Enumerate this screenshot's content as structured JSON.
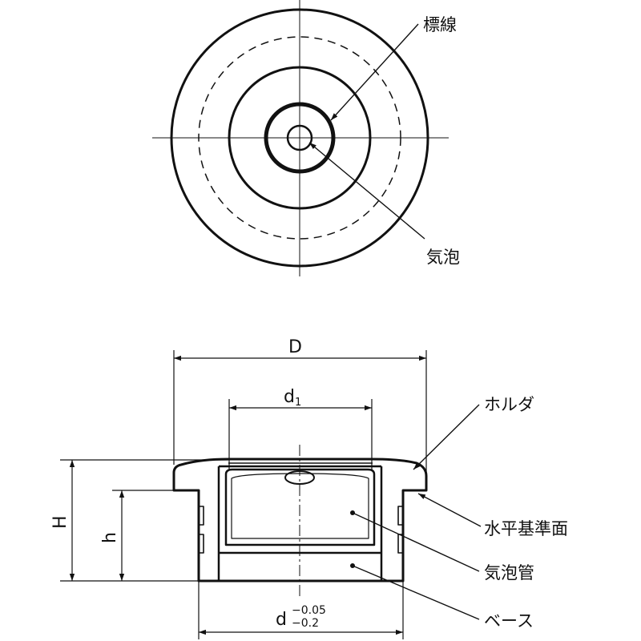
{
  "labels": {
    "reference_line": "標線",
    "bubble": "気泡",
    "holder": "ホルダ",
    "level_reference_surface": "水平基準面",
    "vial": "気泡管",
    "base": "ベース"
  },
  "dimensions": {
    "D": "D",
    "d1_main": "d",
    "d1_sub": "1",
    "H": "H",
    "h": "h",
    "d": "d",
    "d_tol_upper": "−0.05",
    "d_tol_lower": "−0.2"
  }
}
